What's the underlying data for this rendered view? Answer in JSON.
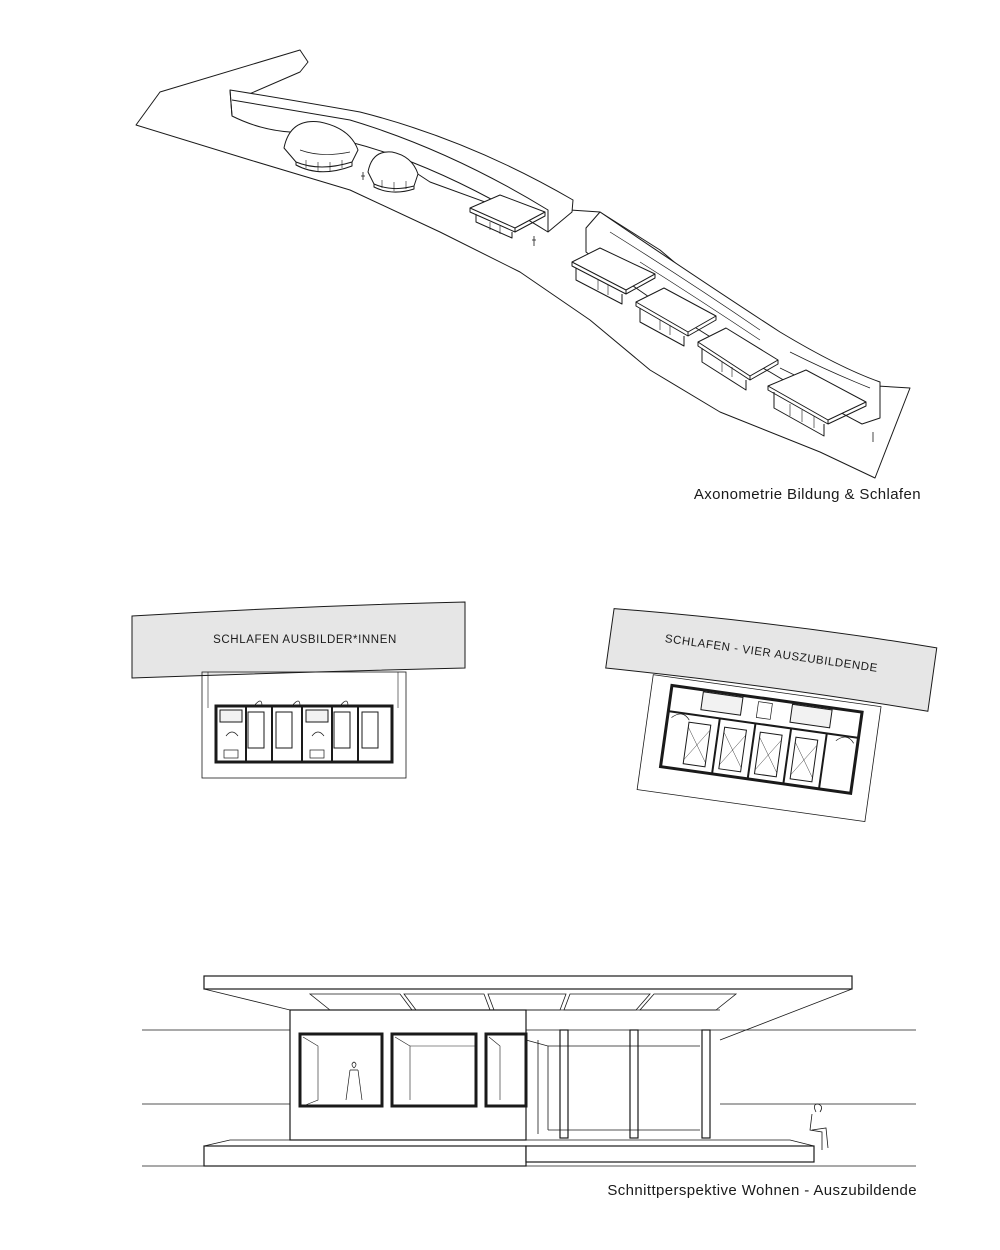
{
  "captions": {
    "axonometry": "Axonometrie Bildung & Schlafen",
    "section": "Schnittperspektive Wohnen - Auszubildende"
  },
  "plans": {
    "trainers": "SCHLAFEN AUSBILDER*INNEN",
    "apprentices": "SCHLAFEN - VIER AUSZUBILDENDE"
  },
  "colors": {
    "line": "#1a1a1a",
    "wall_fill": "#e6e6e6",
    "glass_fill": "#f2f2f2",
    "paper": "#ffffff"
  }
}
